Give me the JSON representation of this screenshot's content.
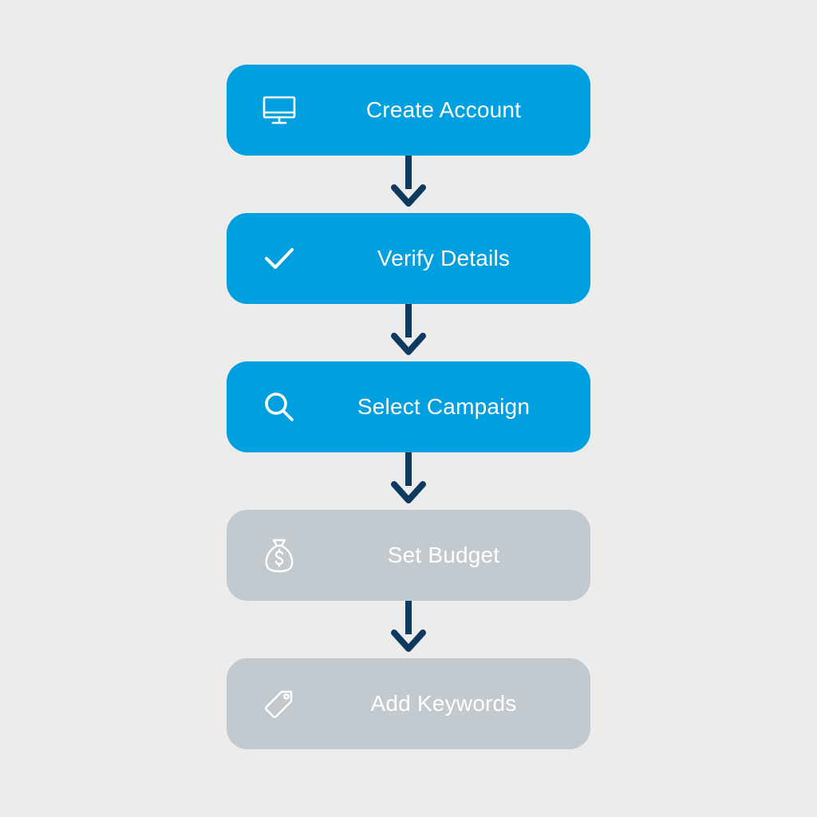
{
  "steps": [
    {
      "label": "Create Account",
      "icon": "monitor-icon",
      "state": "active"
    },
    {
      "label": "Verify Details",
      "icon": "checkmark-icon",
      "state": "active"
    },
    {
      "label": "Select Campaign",
      "icon": "search-icon",
      "state": "active"
    },
    {
      "label": "Set Budget",
      "icon": "money-bag-icon",
      "state": "inactive"
    },
    {
      "label": "Add Keywords",
      "icon": "tag-icon",
      "state": "inactive"
    }
  ],
  "colors": {
    "background": "#ececec",
    "active": "#009fe0",
    "inactive": "#c2c9cf",
    "arrow": "#0d3a5e",
    "label": "#ffffff"
  }
}
